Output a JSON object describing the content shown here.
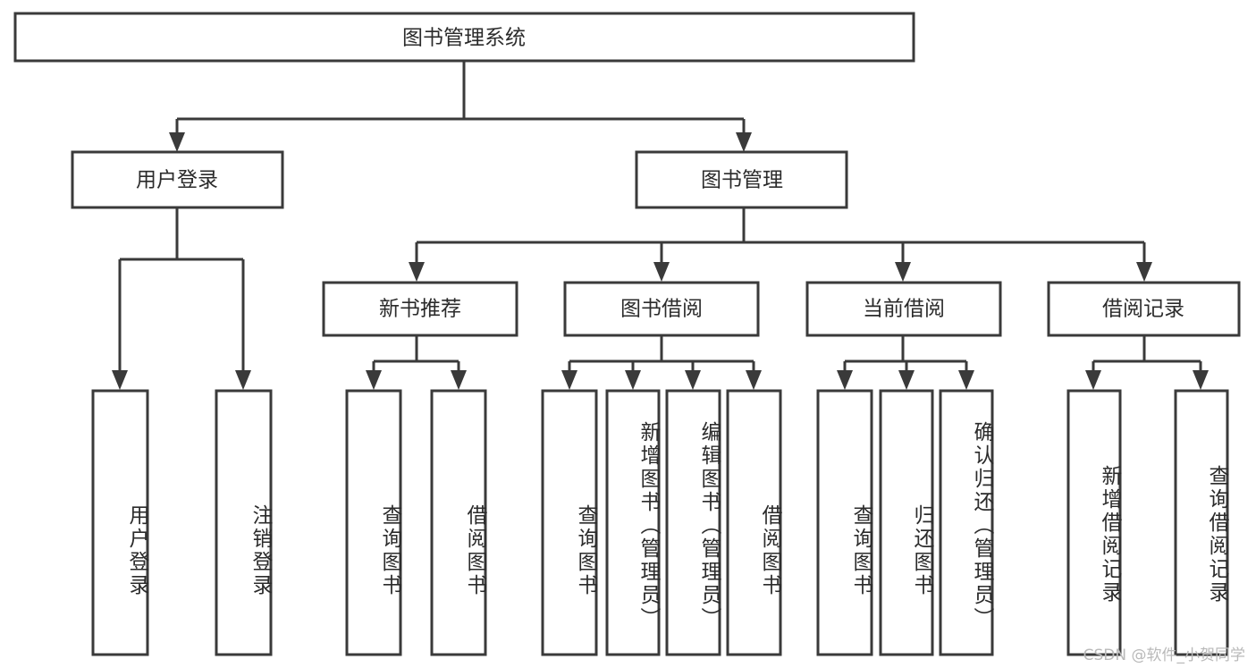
{
  "diagram": {
    "title": "图书管理系统",
    "type": "hierarchy-tree",
    "watermark": "CSDN @软件_小贺同学",
    "colors": {
      "stroke": "#3a3a3a",
      "fill": "#ffffff",
      "text": "#2b2b2b",
      "watermark": "#b9b9b9"
    },
    "root": {
      "id": "root",
      "label": "图书管理系统",
      "orientation": "horizontal"
    },
    "level2": [
      {
        "id": "user-login",
        "label": "用户登录",
        "orientation": "horizontal"
      },
      {
        "id": "book-manage",
        "label": "图书管理",
        "orientation": "horizontal"
      }
    ],
    "level3": [
      {
        "id": "new-book-recommend",
        "label": "新书推荐",
        "orientation": "horizontal",
        "parent": "book-manage"
      },
      {
        "id": "book-borrow",
        "label": "图书借阅",
        "orientation": "horizontal",
        "parent": "book-manage"
      },
      {
        "id": "current-borrow",
        "label": "当前借阅",
        "orientation": "horizontal",
        "parent": "book-manage"
      },
      {
        "id": "borrow-record",
        "label": "借阅记录",
        "orientation": "horizontal",
        "parent": "book-manage"
      }
    ],
    "leaves": [
      {
        "id": "leaf-user-login",
        "label": "用户登录",
        "orientation": "vertical",
        "parent": "user-login"
      },
      {
        "id": "leaf-logout-login",
        "label": "注销登录",
        "orientation": "vertical",
        "parent": "user-login"
      },
      {
        "id": "leaf-query-book-1",
        "label": "查询图书",
        "orientation": "vertical",
        "parent": "new-book-recommend"
      },
      {
        "id": "leaf-borrow-book-1",
        "label": "借阅图书",
        "orientation": "vertical",
        "parent": "new-book-recommend"
      },
      {
        "id": "leaf-query-book-2",
        "label": "查询图书",
        "orientation": "vertical",
        "parent": "book-borrow"
      },
      {
        "id": "leaf-add-book-admin",
        "label": "新增图书（管理员）",
        "orientation": "vertical",
        "parent": "book-borrow"
      },
      {
        "id": "leaf-edit-book-admin",
        "label": "编辑图书（管理员）",
        "orientation": "vertical",
        "parent": "book-borrow"
      },
      {
        "id": "leaf-borrow-book-2",
        "label": "借阅图书",
        "orientation": "vertical",
        "parent": "book-borrow"
      },
      {
        "id": "leaf-query-book-3",
        "label": "查询图书",
        "orientation": "vertical",
        "parent": "current-borrow"
      },
      {
        "id": "leaf-return-book",
        "label": "归还图书",
        "orientation": "vertical",
        "parent": "current-borrow"
      },
      {
        "id": "leaf-confirm-return-admin",
        "label": "确认归还（管理员）",
        "orientation": "vertical",
        "parent": "current-borrow"
      },
      {
        "id": "leaf-add-borrow-record",
        "label": "新增借阅记录",
        "orientation": "vertical",
        "parent": "borrow-record"
      },
      {
        "id": "leaf-query-borrow-record",
        "label": "查询借阅记录",
        "orientation": "vertical",
        "parent": "borrow-record"
      }
    ]
  }
}
